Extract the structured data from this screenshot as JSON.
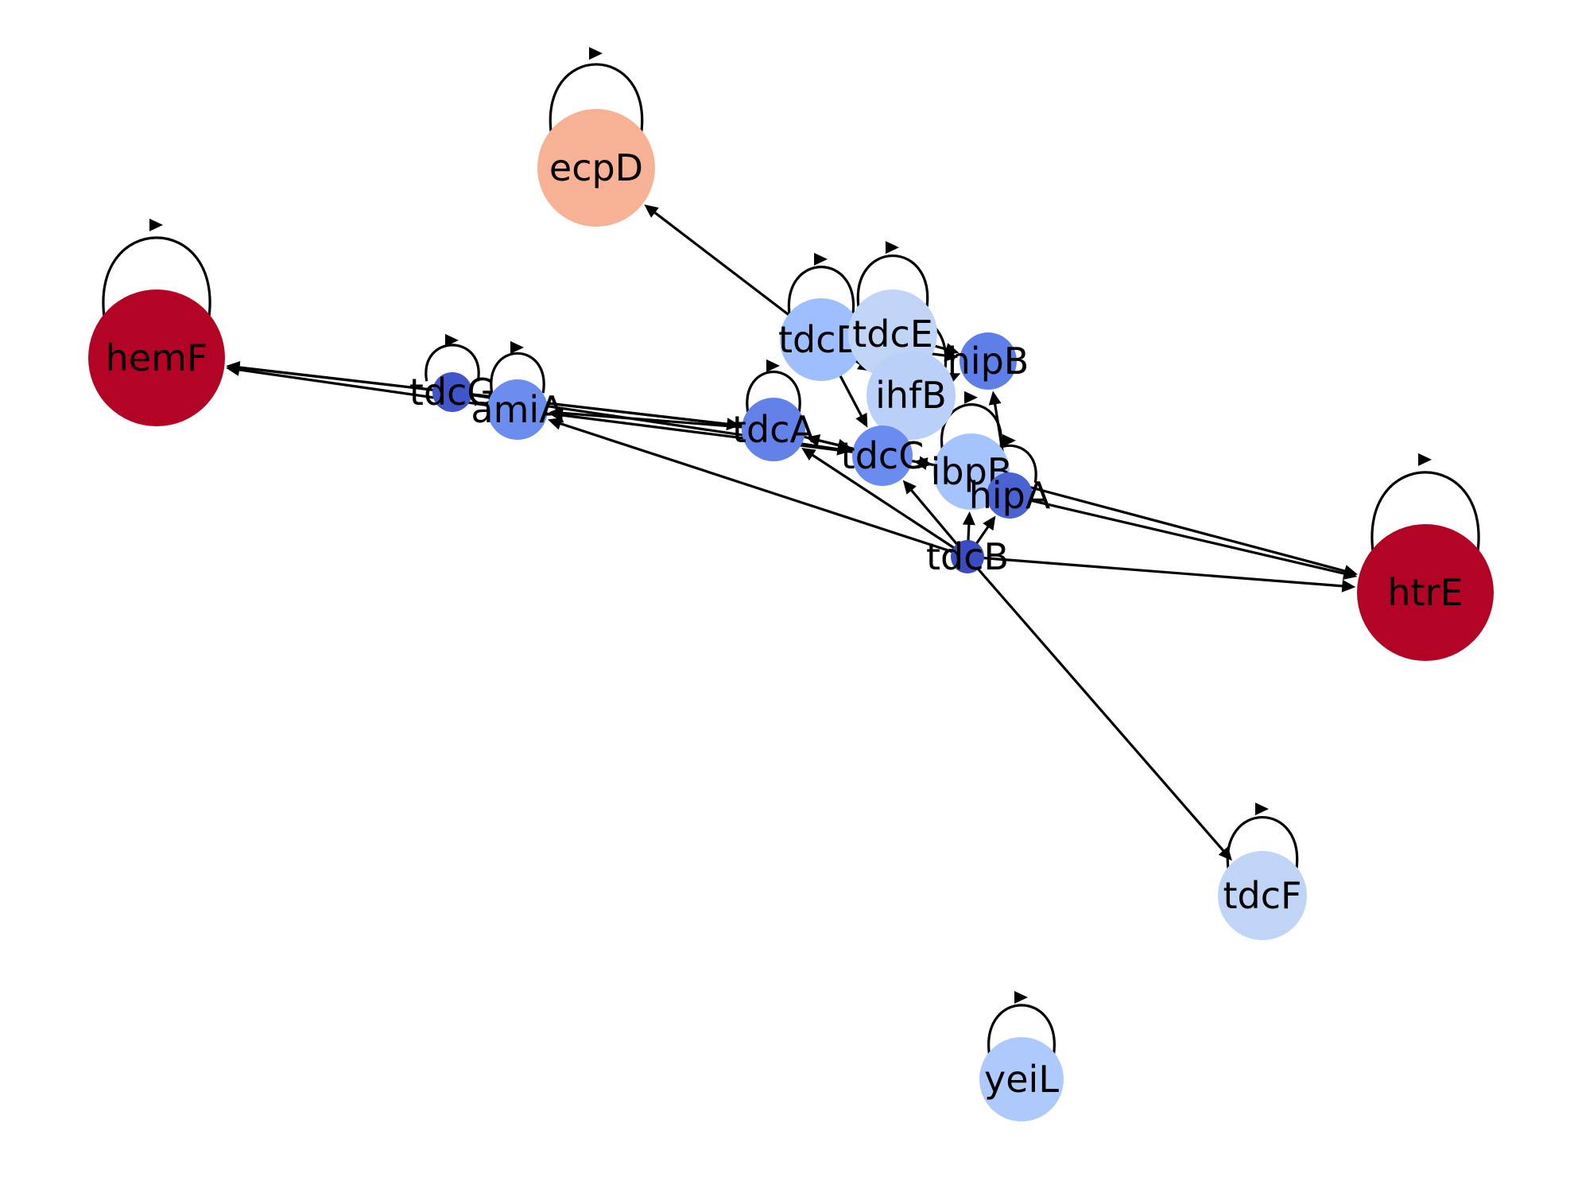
{
  "graph": {
    "nodes": [
      {
        "id": "hemF",
        "label": "hemF",
        "color": "#b40426"
      },
      {
        "id": "ecpD",
        "label": "ecpD",
        "color": "#f7b194"
      },
      {
        "id": "htrE",
        "label": "htrE",
        "color": "#b40426"
      },
      {
        "id": "tdcG",
        "label": "tdcG",
        "color": "#4055c8"
      },
      {
        "id": "amiA",
        "label": "amiA",
        "color": "#6b8df0"
      },
      {
        "id": "tdcA",
        "label": "tdcA",
        "color": "#6282ea"
      },
      {
        "id": "tdcD",
        "label": "tdcD",
        "color": "#9ebeff"
      },
      {
        "id": "tdcE",
        "label": "tdcE",
        "color": "#c0d4f5"
      },
      {
        "id": "hipB",
        "label": "hipB",
        "color": "#5f7fe8"
      },
      {
        "id": "ihfB",
        "label": "ihfB",
        "color": "#bad0f8"
      },
      {
        "id": "tdcC",
        "label": "tdcC",
        "color": "#6a8bef"
      },
      {
        "id": "ibpB",
        "label": "ibpB",
        "color": "#a5c3fe"
      },
      {
        "id": "hipA",
        "label": "hipA",
        "color": "#4a63d3"
      },
      {
        "id": "tdcB",
        "label": "tdcB",
        "color": "#3b4cc0"
      },
      {
        "id": "tdcF",
        "label": "tdcF",
        "color": "#c0d4f5"
      },
      {
        "id": "yeiL",
        "label": "yeiL",
        "color": "#aec9fc"
      }
    ],
    "edges": [
      {
        "source": "hemF",
        "target": "hemF"
      },
      {
        "source": "ecpD",
        "target": "ecpD"
      },
      {
        "source": "htrE",
        "target": "htrE"
      },
      {
        "source": "tdcG",
        "target": "tdcG"
      },
      {
        "source": "amiA",
        "target": "amiA"
      },
      {
        "source": "tdcA",
        "target": "tdcA"
      },
      {
        "source": "tdcD",
        "target": "tdcD"
      },
      {
        "source": "tdcE",
        "target": "tdcE"
      },
      {
        "source": "ihfB",
        "target": "ihfB"
      },
      {
        "source": "ibpB",
        "target": "ibpB"
      },
      {
        "source": "hipA",
        "target": "hipA"
      },
      {
        "source": "tdcF",
        "target": "tdcF"
      },
      {
        "source": "yeiL",
        "target": "yeiL"
      },
      {
        "source": "tdcG",
        "target": "hemF"
      },
      {
        "source": "amiA",
        "target": "hemF"
      },
      {
        "source": "tdcA",
        "target": "hemF"
      },
      {
        "source": "tdcD",
        "target": "ecpD"
      },
      {
        "source": "tdcC",
        "target": "amiA"
      },
      {
        "source": "tdcA",
        "target": "amiA"
      },
      {
        "source": "tdcB",
        "target": "amiA"
      },
      {
        "source": "tdcG",
        "target": "tdcA"
      },
      {
        "source": "tdcG",
        "target": "tdcC"
      },
      {
        "source": "tdcD",
        "target": "tdcC"
      },
      {
        "source": "tdcE",
        "target": "hipB"
      },
      {
        "source": "tdcD",
        "target": "hipB"
      },
      {
        "source": "ihfB",
        "target": "hipB"
      },
      {
        "source": "hipA",
        "target": "hipB"
      },
      {
        "source": "tdcC",
        "target": "ibpB"
      },
      {
        "source": "tdcB",
        "target": "tdcA"
      },
      {
        "source": "tdcB",
        "target": "tdcC"
      },
      {
        "source": "tdcB",
        "target": "hipA"
      },
      {
        "source": "tdcB",
        "target": "tdcF"
      },
      {
        "source": "tdcB",
        "target": "htrE"
      },
      {
        "source": "ibpB",
        "target": "htrE"
      },
      {
        "source": "hipA",
        "target": "htrE"
      },
      {
        "source": "tdcA",
        "target": "tdcC"
      },
      {
        "source": "tdcC",
        "target": "tdcA"
      },
      {
        "source": "tdcD",
        "target": "ihfB"
      },
      {
        "source": "tdcE",
        "target": "ihfB"
      },
      {
        "source": "ihfB",
        "target": "tdcC"
      },
      {
        "source": "ibpB",
        "target": "tdcC"
      },
      {
        "source": "tdcB",
        "target": "ibpB"
      }
    ]
  }
}
